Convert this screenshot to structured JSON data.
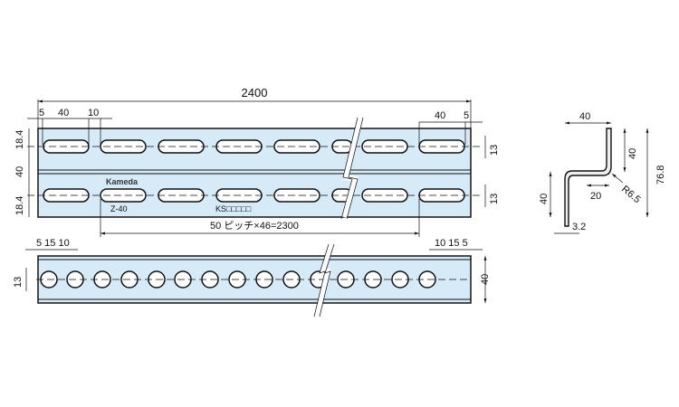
{
  "top_view": {
    "overall_length": "2400",
    "left_margin": "5",
    "slot_length": "40",
    "slot_gap": "10",
    "right_slot_length": "40",
    "right_margin": "5",
    "edge_to_center_top": "18.4",
    "center_spacing": "40",
    "edge_to_center_bottom": "18.4",
    "slot_width_upper": "13",
    "slot_width_lower": "13",
    "brand": "Kameda",
    "model": "Z-40",
    "marking": "KS□□□□□",
    "pitch_note": "50 ピッチ×46=2300"
  },
  "side_view": {
    "left_dims": "5 15 10",
    "right_dims": "10 15 5",
    "hole_dia": "13",
    "height": "40"
  },
  "profile": {
    "flange_width": "40",
    "upper_height": "40",
    "lower_height": "40",
    "total_height": "76.8",
    "offset": "20",
    "radius": "R6.5",
    "thickness": "3.2"
  },
  "colors": {
    "plate": "#d6eaf8",
    "line": "#111111"
  }
}
